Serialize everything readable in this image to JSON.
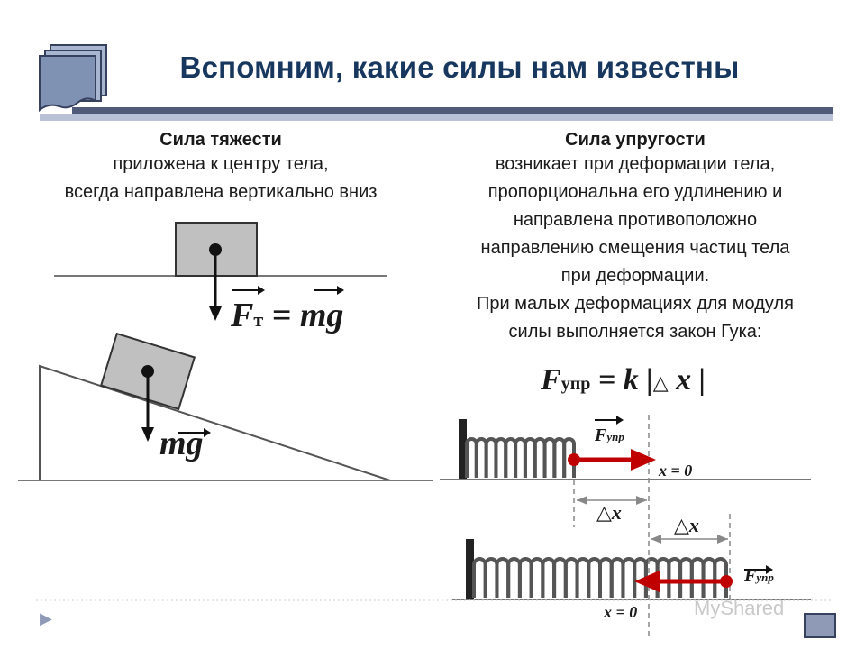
{
  "title": "Вспомним, какие силы нам известны",
  "left": {
    "heading": "Сила тяжести",
    "lines": [
      "приложена к центру тела,",
      "всегда направлена вертикально вниз"
    ],
    "formula_F": "F",
    "formula_sub": "т",
    "formula_rest": " = mg",
    "incline_label": "mg"
  },
  "right": {
    "heading": "Сила упругости",
    "lines": [
      "возникает при деформации тела,",
      "пропорциональна его удлинению и",
      "направлена противоположно",
      "направлению смещения частиц тела",
      "при деформации.",
      "При малых деформациях  для модуля",
      "силы выполняется закон Гука:"
    ],
    "hooke_F": "F",
    "hooke_sub": "упр",
    "hooke_rest": " = k |",
    "hooke_delta": "△",
    "hooke_x": " x |"
  },
  "spring": {
    "x0_top": "x = 0",
    "x0_bottom": "x = 0",
    "force_F": "F",
    "force_sub": "упр",
    "dx_top": "△x",
    "dx_bottom": "△x"
  },
  "footer": {
    "nav_arrow": "▶",
    "watermark": "MyShared"
  },
  "colors": {
    "title": "#17375e",
    "bar_dark": "#4f5b78",
    "bar_light": "#b8c1d6",
    "block": "#c0c0c0",
    "arrow_red": "#c00000",
    "spring": "#555555"
  },
  "icons": [
    "slides-stack-icon",
    "next-arrow-icon",
    "nav-button-icon"
  ]
}
